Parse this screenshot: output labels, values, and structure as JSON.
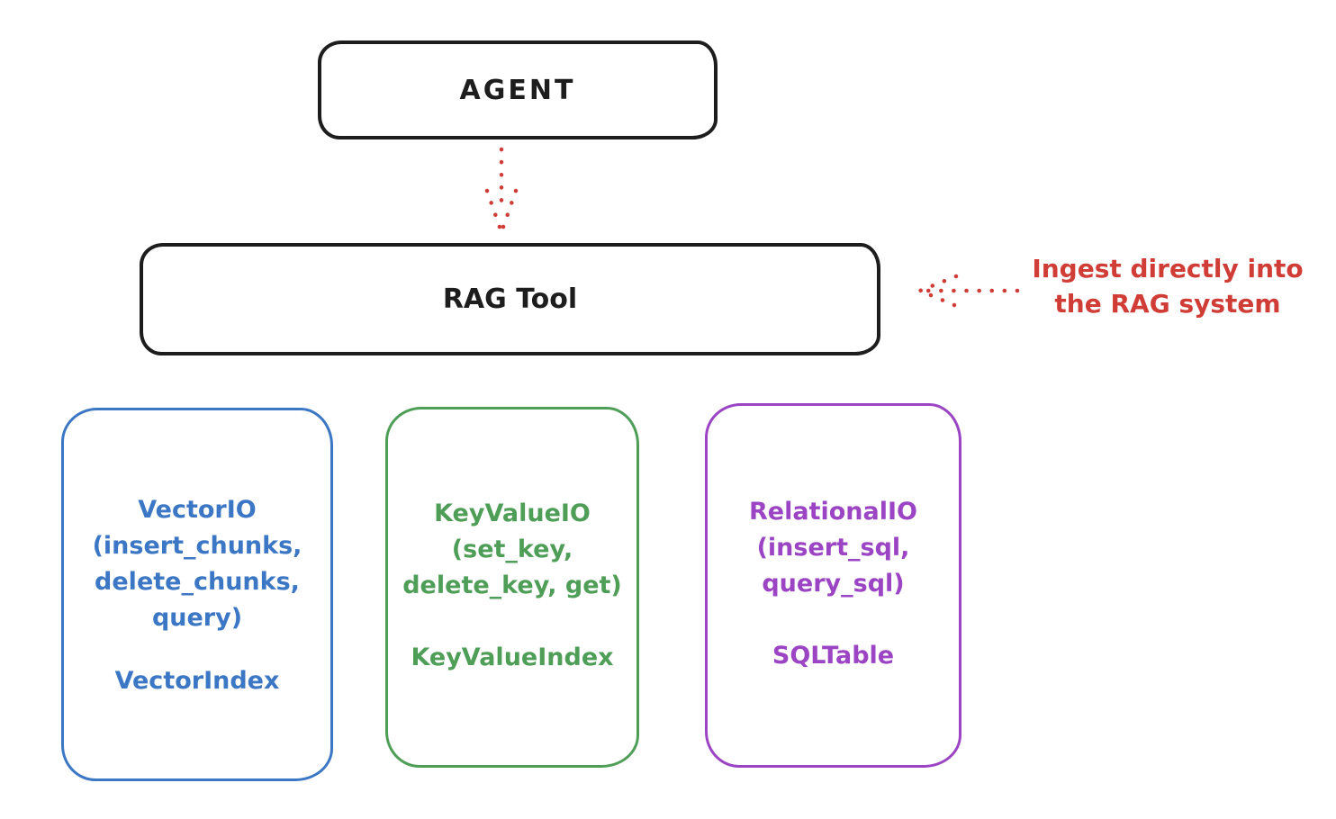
{
  "agent_box": {
    "label": "AGENT"
  },
  "rag_tool_box": {
    "label": "RAG Tool"
  },
  "annotation": {
    "line1": "Ingest directly into",
    "line2": "the RAG system"
  },
  "arrows": [
    {
      "name": "agent-to-ragtool",
      "icon": "dotted-arrow-down-icon",
      "style": "dotted",
      "color": "#d03d36"
    },
    {
      "name": "annotation-to-ragtool",
      "icon": "dotted-arrow-left-icon",
      "style": "dotted",
      "color": "#d03d36"
    }
  ],
  "backends": [
    {
      "id": "vector-io",
      "lines": [
        "VectorIO",
        "(insert_chunks,",
        "delete_chunks,",
        "query)"
      ],
      "index_label": "VectorIndex",
      "color": "#3b77c4"
    },
    {
      "id": "keyvalue-io",
      "lines": [
        "KeyValueIO",
        "(set_key,",
        "delete_key, get)"
      ],
      "index_label": "KeyValueIndex",
      "color": "#4f9e58"
    },
    {
      "id": "relational-io",
      "lines": [
        "RelationalIO",
        "(insert_sql,",
        "query_sql)"
      ],
      "index_label": "SQLTable",
      "color": "#9b44c4"
    }
  ],
  "colors": {
    "ink": "#1d1d1d",
    "arrow_red": "#d03d36",
    "background": "#ffffff"
  }
}
